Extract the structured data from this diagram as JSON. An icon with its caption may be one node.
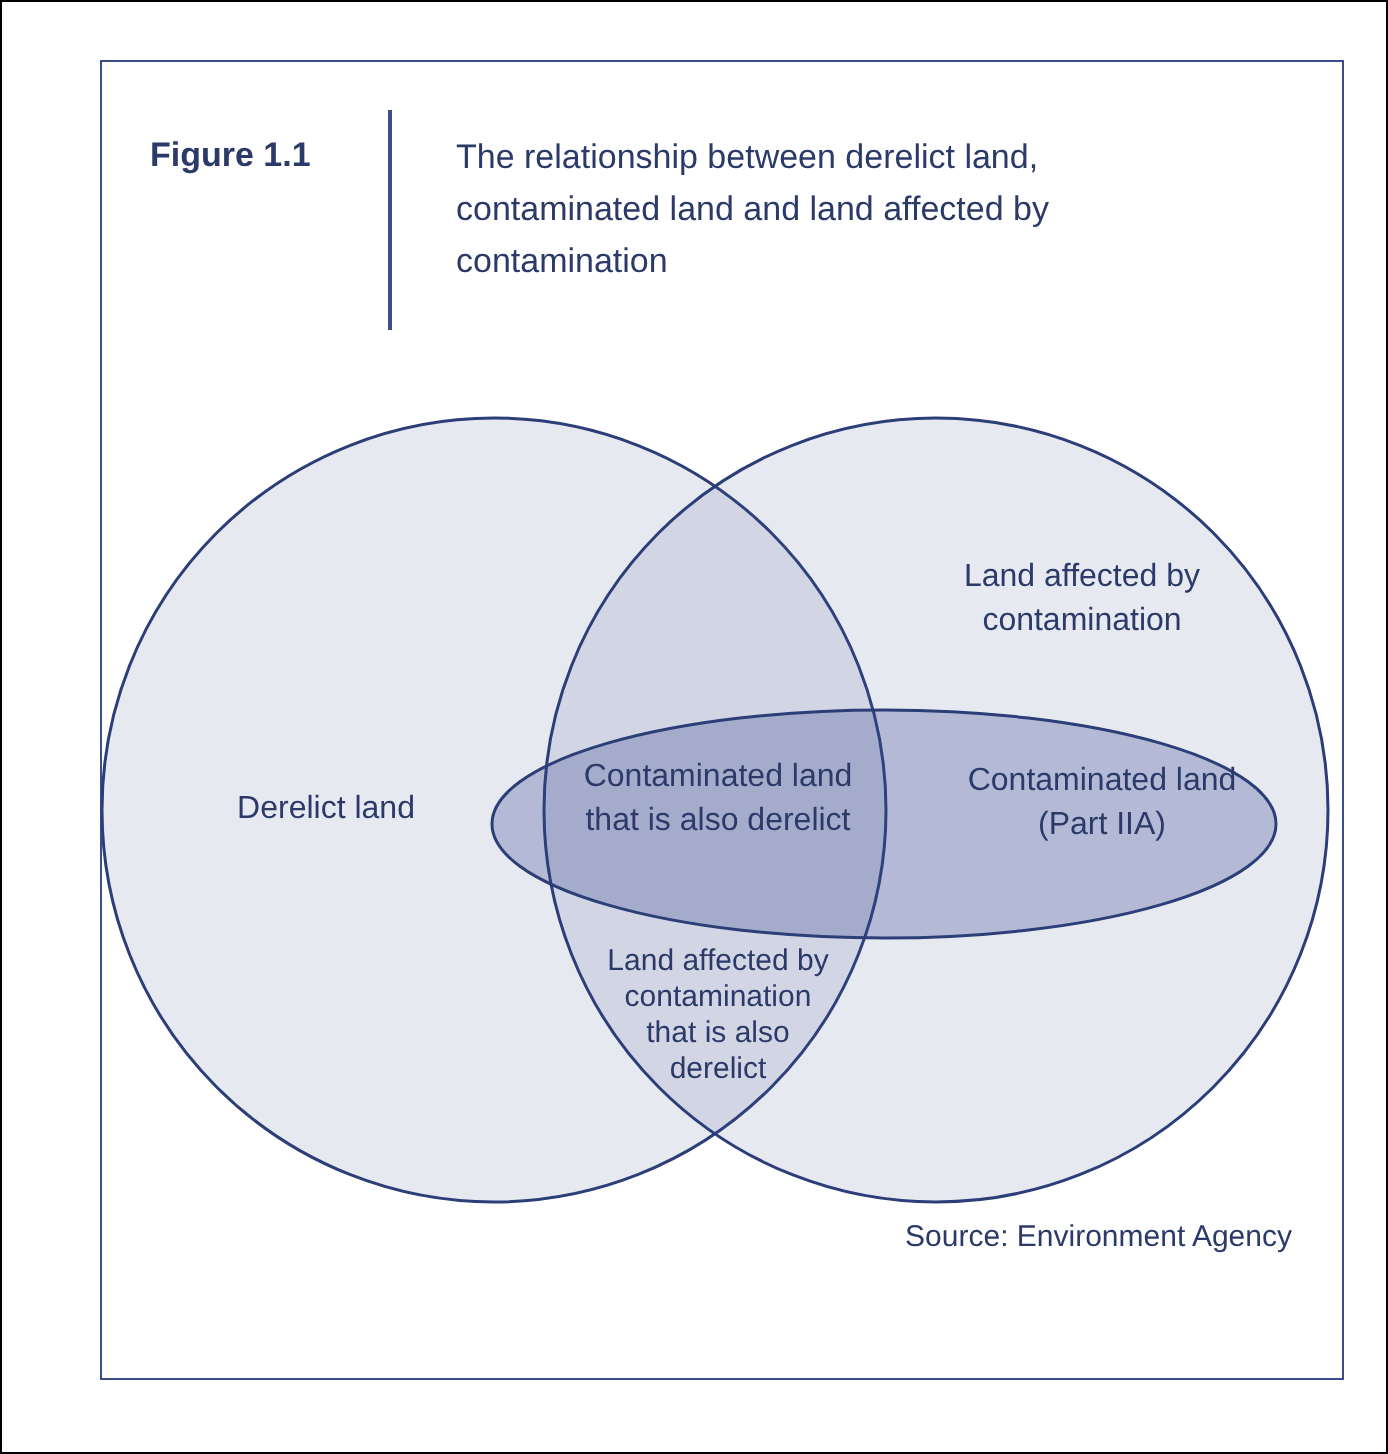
{
  "diagram": {
    "title": "The relationship between derelict land, contaminated land and land affected by contamination",
    "caption": "Source: Environment Agency",
    "nodes": [
      {
        "text": [
          "Derelict land"
        ]
      },
      {
        "text": [
          "Land affected by contamination"
        ]
      },
      {
        "text": [
          "Contaminated land (Part IIA)"
        ]
      },
      {
        "text": [
          "Contaminated land that is also derelict"
        ]
      },
      {
        "text": [
          "Land affected by contamination that is also derelict"
        ]
      }
    ],
    "edges": [],
    "labels": [
      "Figure 1.1"
    ]
  }
}
